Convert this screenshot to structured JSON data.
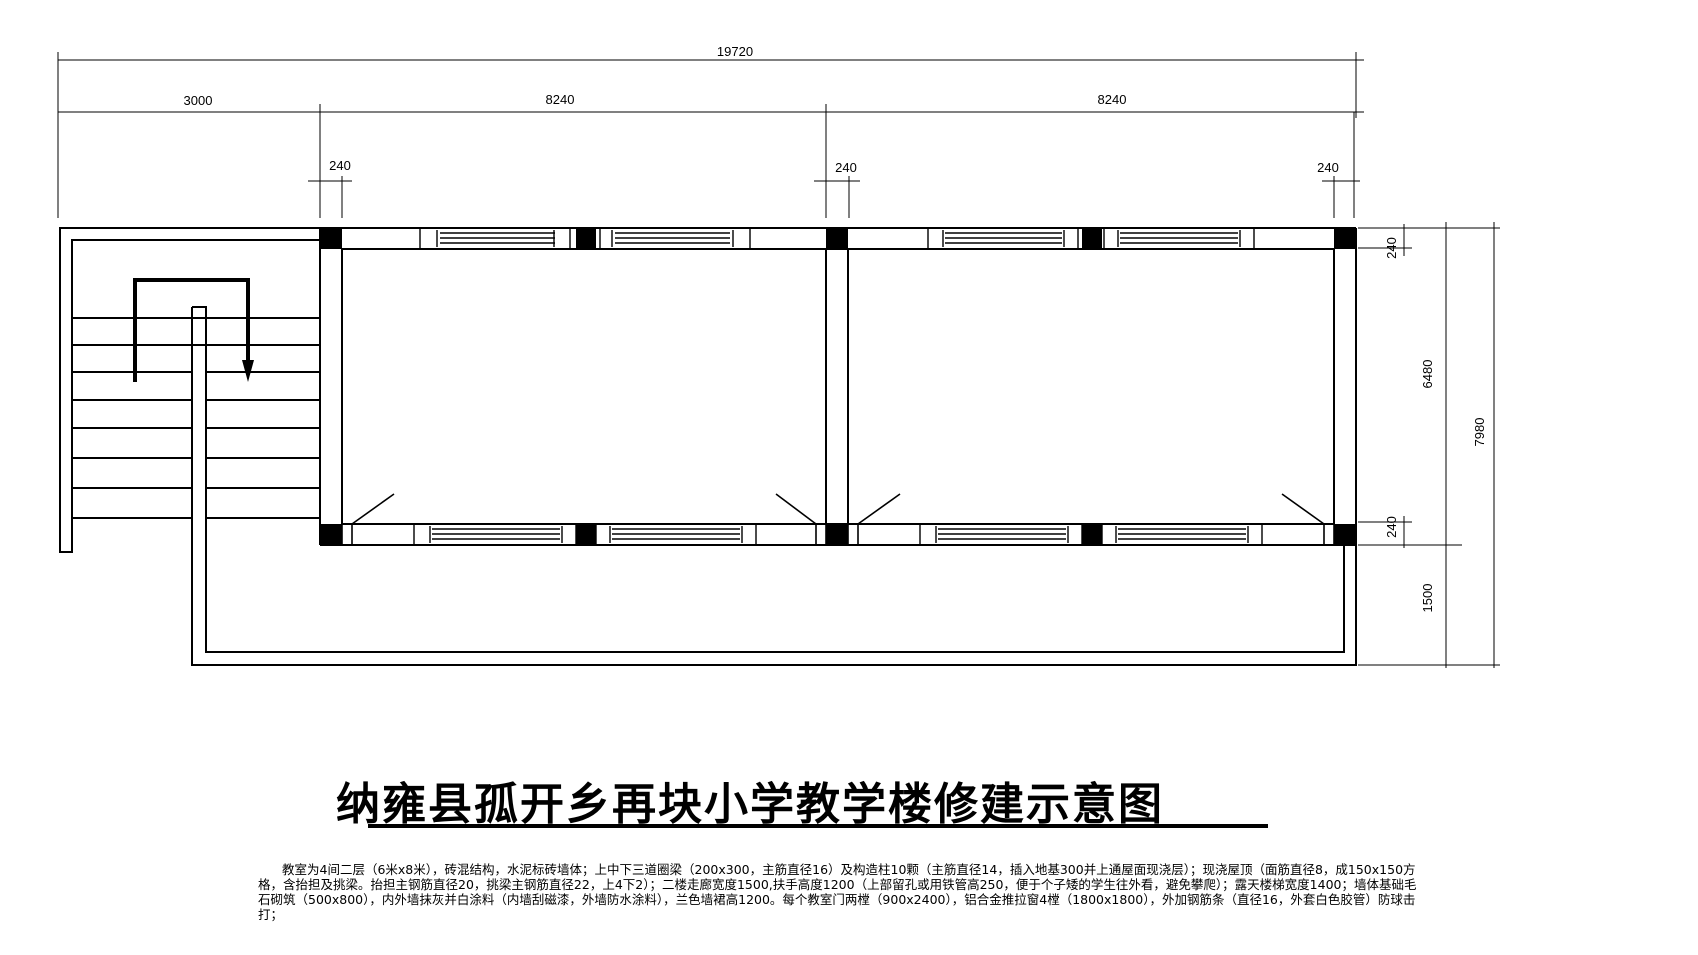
{
  "dimensions": {
    "total_width": "19720",
    "stair_width": "3000",
    "room1_width": "8240",
    "room2_width": "8240",
    "column_left": "240",
    "column_mid": "240",
    "column_right": "240",
    "wall_top": "240",
    "room_depth": "6480",
    "total_depth": "7980",
    "wall_bottom": "240",
    "corridor_width": "1500"
  },
  "title": "纳雍县孤开乡再块小学教学楼修建示意图",
  "notes": "教室为4间二层（6米x8米），砖混结构，水泥标砖墙体；上中下三道圈梁（200x300，主筋直径16）及构造柱10颗（主筋直径14，插入地基300并上通屋面现浇层）；现浇屋顶（面筋直径8，成150x150方格，含抬担及挑梁。抬担主钢筋直径20，挑梁主钢筋直径22，上4下2）；二楼走廊宽度1500,扶手高度1200（上部留孔或用铁管高250，便于个子矮的学生往外看，避免攀爬）；露天楼梯宽度1400；墙体基础毛石砌筑（500x800），内外墙抹灰并白涂料（内墙刮磁漆，外墙防水涂料），兰色墙裙高1200。每个教室门两樘（900x2400），铝合金推拉窗4樘（1800x1800），外加钢筋条（直径16，外套白色胶管）防球击打；"
}
